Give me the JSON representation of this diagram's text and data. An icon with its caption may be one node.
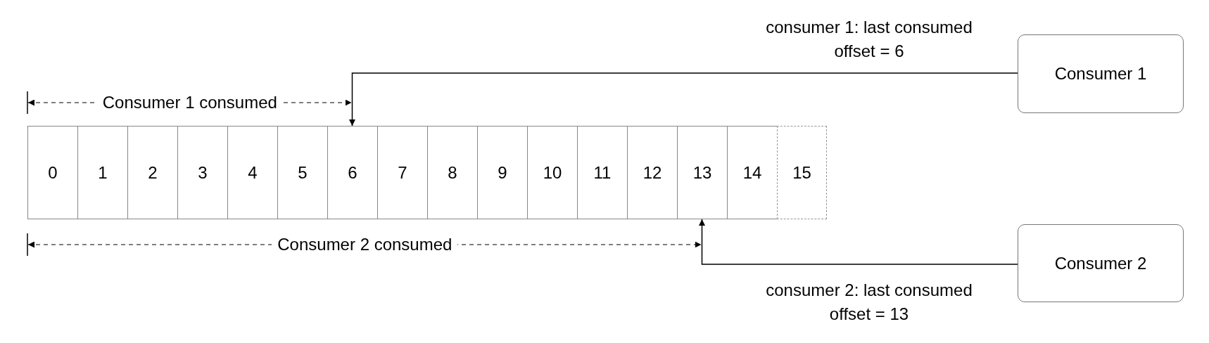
{
  "diagram": {
    "nodes": [
      {
        "text": [
          "0"
        ]
      },
      {
        "text": [
          "1"
        ]
      },
      {
        "text": [
          "2"
        ]
      },
      {
        "text": [
          "3"
        ]
      },
      {
        "text": [
          "4"
        ]
      },
      {
        "text": [
          "5"
        ]
      },
      {
        "text": [
          "6"
        ]
      },
      {
        "text": [
          "7"
        ]
      },
      {
        "text": [
          "8"
        ]
      },
      {
        "text": [
          "9"
        ]
      },
      {
        "text": [
          "10"
        ]
      },
      {
        "text": [
          "11"
        ]
      },
      {
        "text": [
          "12"
        ]
      },
      {
        "text": [
          "13"
        ]
      },
      {
        "text": [
          "14"
        ]
      },
      {
        "text": [
          "15"
        ]
      },
      {
        "text": [
          "Consumer 1"
        ]
      },
      {
        "text": [
          "Consumer 2"
        ]
      }
    ],
    "edges": [
      {
        "from": 16,
        "to": 6,
        "arrow": "to",
        "label": "consumer 1: last consumed offset = 6"
      },
      {
        "from": 17,
        "to": 13,
        "arrow": "to",
        "label": "consumer 2: last consumed offset = 13"
      }
    ],
    "labels": [
      "Consumer 1 consumed",
      "Consumer 2 consumed"
    ]
  }
}
